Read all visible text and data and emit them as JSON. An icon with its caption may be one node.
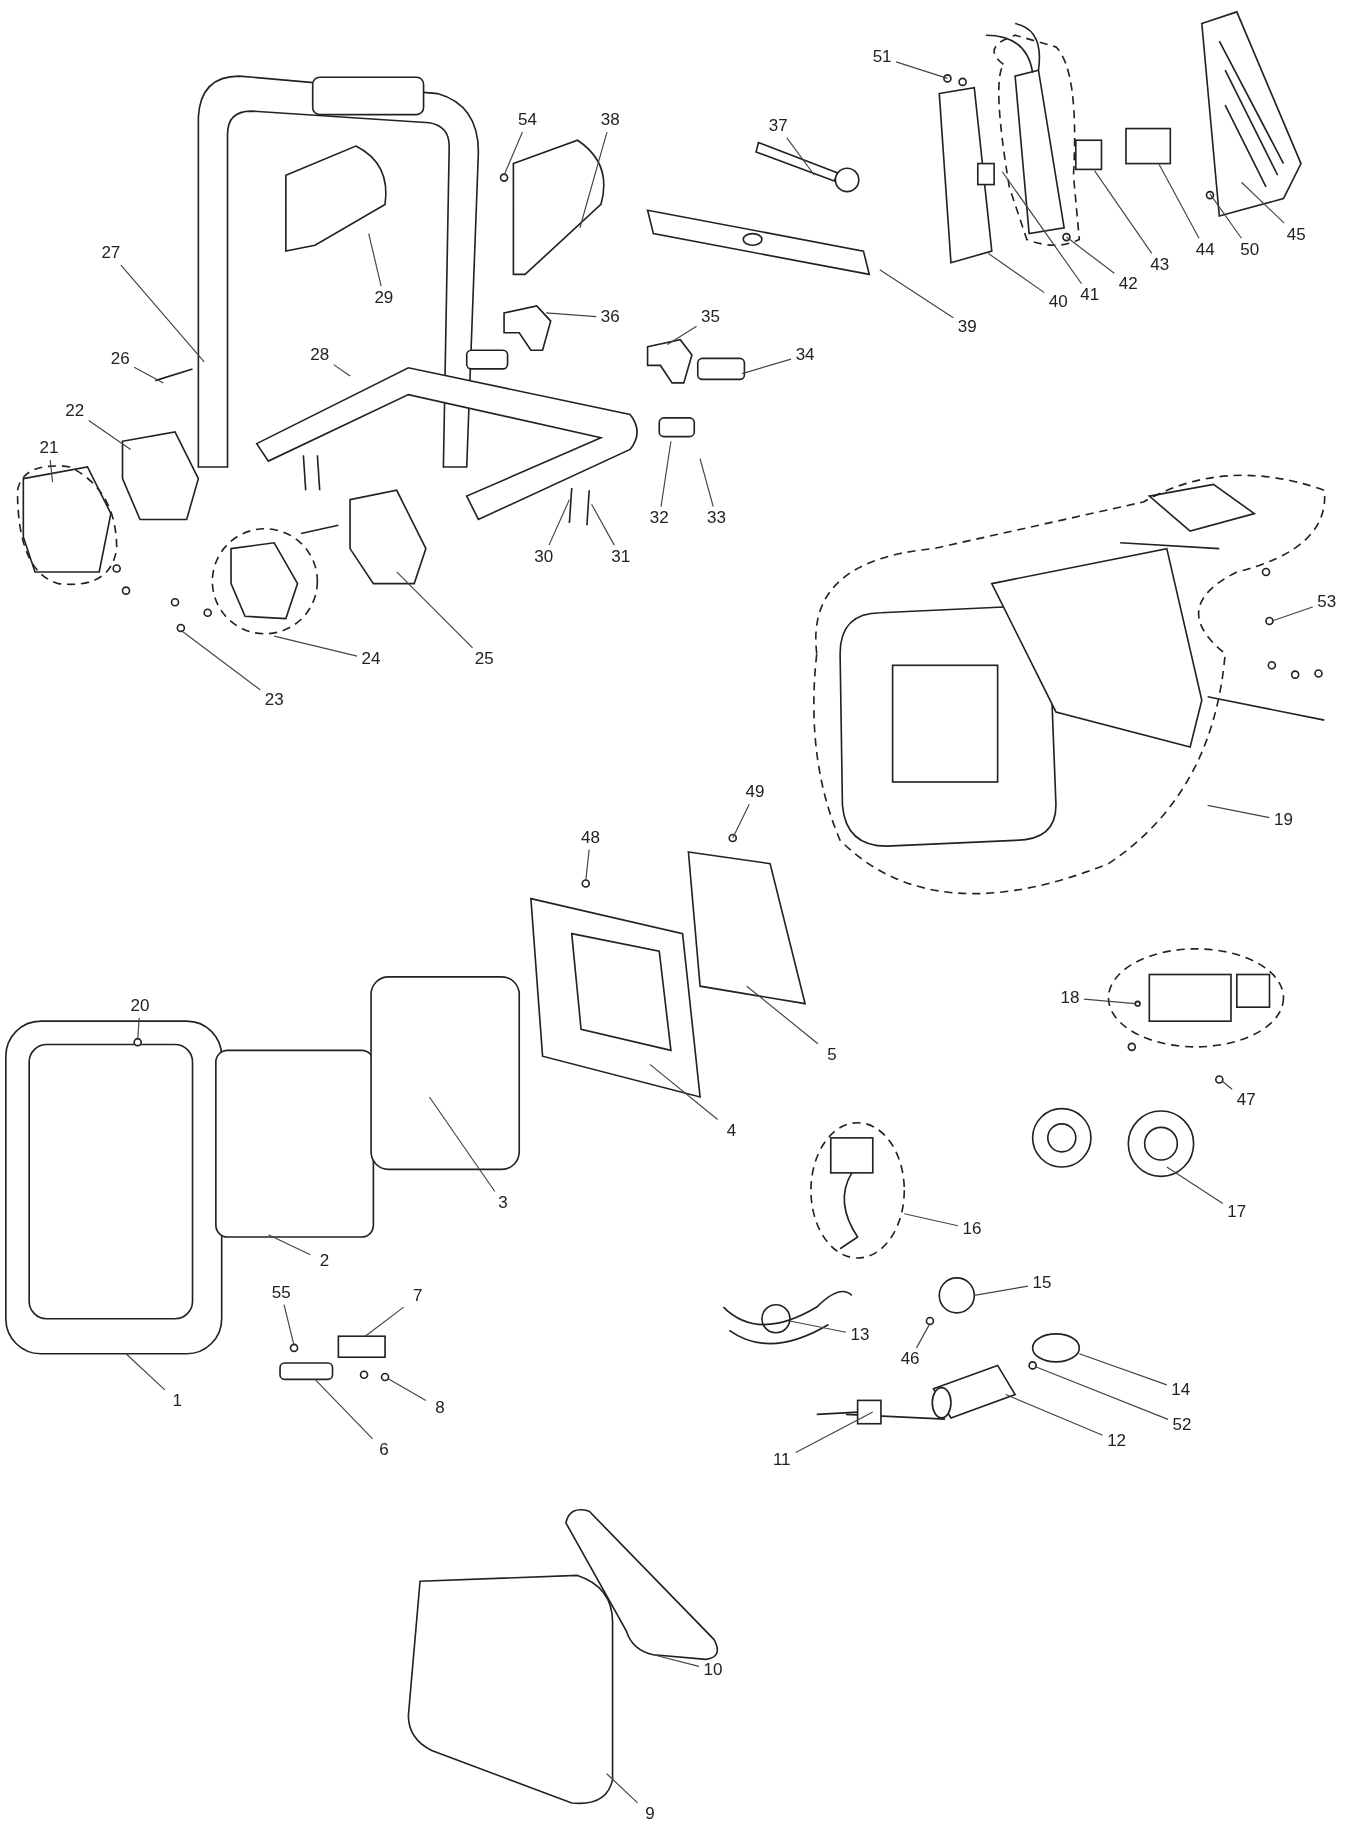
{
  "diagram": {
    "nodes": [
      {
        "text": [
          "51"
        ]
      },
      {
        "text": [
          "54"
        ]
      },
      {
        "text": [
          "38"
        ]
      },
      {
        "text": [
          "37"
        ]
      },
      {
        "text": [
          "45"
        ]
      },
      {
        "text": [
          "43"
        ]
      },
      {
        "text": [
          "44"
        ]
      },
      {
        "text": [
          "50"
        ]
      },
      {
        "text": [
          "27"
        ]
      },
      {
        "text": [
          "42"
        ]
      },
      {
        "text": [
          "41"
        ]
      },
      {
        "text": [
          "29"
        ]
      },
      {
        "text": [
          "40"
        ]
      },
      {
        "text": [
          "36"
        ]
      },
      {
        "text": [
          "35"
        ]
      },
      {
        "text": [
          "39"
        ]
      },
      {
        "text": [
          "34"
        ]
      },
      {
        "text": [
          "28"
        ]
      },
      {
        "text": [
          "26"
        ]
      },
      {
        "text": [
          "22"
        ]
      },
      {
        "text": [
          "21"
        ]
      },
      {
        "text": [
          "32"
        ]
      },
      {
        "text": [
          "33"
        ]
      },
      {
        "text": [
          "30"
        ]
      },
      {
        "text": [
          "31"
        ]
      },
      {
        "text": [
          "53"
        ]
      },
      {
        "text": [
          "25"
        ]
      },
      {
        "text": [
          "24"
        ]
      },
      {
        "text": [
          "23"
        ]
      },
      {
        "text": [
          "49"
        ]
      },
      {
        "text": [
          "19"
        ]
      },
      {
        "text": [
          "48"
        ]
      },
      {
        "text": [
          "18"
        ]
      },
      {
        "text": [
          "20"
        ]
      },
      {
        "text": [
          "5"
        ]
      },
      {
        "text": [
          "47"
        ]
      },
      {
        "text": [
          "4"
        ]
      },
      {
        "text": [
          "3"
        ]
      },
      {
        "text": [
          "17"
        ]
      },
      {
        "text": [
          "16"
        ]
      },
      {
        "text": [
          "2"
        ]
      },
      {
        "text": [
          "15"
        ]
      },
      {
        "text": [
          "55"
        ]
      },
      {
        "text": [
          "7"
        ]
      },
      {
        "text": [
          "13"
        ]
      },
      {
        "text": [
          "46"
        ]
      },
      {
        "text": [
          "14"
        ]
      },
      {
        "text": [
          "1"
        ]
      },
      {
        "text": [
          "8"
        ]
      },
      {
        "text": [
          "52"
        ]
      },
      {
        "text": [
          "12"
        ]
      },
      {
        "text": [
          "6"
        ]
      },
      {
        "text": [
          "11"
        ]
      },
      {
        "text": [
          "10"
        ]
      },
      {
        "text": [
          "9"
        ]
      }
    ],
    "edges": [
      {
        "from": 0,
        "to": null,
        "arrow": "none"
      },
      {
        "from": 1,
        "to": null,
        "arrow": "none"
      },
      {
        "from": 2,
        "to": null,
        "arrow": "none"
      },
      {
        "from": 3,
        "to": null,
        "arrow": "none"
      },
      {
        "from": 4,
        "to": null,
        "arrow": "none"
      },
      {
        "from": 5,
        "to": null,
        "arrow": "none"
      },
      {
        "from": 6,
        "to": null,
        "arrow": "none"
      },
      {
        "from": 7,
        "to": null,
        "arrow": "none"
      },
      {
        "from": 8,
        "to": null,
        "arrow": "none"
      },
      {
        "from": 9,
        "to": null,
        "arrow": "none"
      },
      {
        "from": 10,
        "to": null,
        "arrow": "none"
      },
      {
        "from": 11,
        "to": null,
        "arrow": "none"
      },
      {
        "from": 12,
        "to": null,
        "arrow": "none"
      },
      {
        "from": 13,
        "to": null,
        "arrow": "none"
      },
      {
        "from": 14,
        "to": null,
        "arrow": "none"
      },
      {
        "from": 15,
        "to": null,
        "arrow": "none"
      },
      {
        "from": 16,
        "to": null,
        "arrow": "none"
      },
      {
        "from": 17,
        "to": null,
        "arrow": "none"
      },
      {
        "from": 18,
        "to": null,
        "arrow": "none"
      },
      {
        "from": 19,
        "to": null,
        "arrow": "none"
      },
      {
        "from": 20,
        "to": null,
        "arrow": "none"
      },
      {
        "from": 21,
        "to": null,
        "arrow": "none"
      },
      {
        "from": 22,
        "to": null,
        "arrow": "none"
      },
      {
        "from": 23,
        "to": null,
        "arrow": "none"
      },
      {
        "from": 24,
        "to": null,
        "arrow": "none"
      },
      {
        "from": 25,
        "to": null,
        "arrow": "none"
      },
      {
        "from": 26,
        "to": null,
        "arrow": "none"
      },
      {
        "from": 27,
        "to": null,
        "arrow": "none"
      },
      {
        "from": 28,
        "to": null,
        "arrow": "none"
      },
      {
        "from": 29,
        "to": null,
        "arrow": "none"
      },
      {
        "from": 30,
        "to": null,
        "arrow": "none"
      },
      {
        "from": 31,
        "to": null,
        "arrow": "none"
      },
      {
        "from": 32,
        "to": null,
        "arrow": "none"
      },
      {
        "from": 33,
        "to": null,
        "arrow": "none"
      },
      {
        "from": 34,
        "to": null,
        "arrow": "none"
      },
      {
        "from": 35,
        "to": null,
        "arrow": "none"
      },
      {
        "from": 36,
        "to": null,
        "arrow": "none"
      },
      {
        "from": 37,
        "to": null,
        "arrow": "none"
      },
      {
        "from": 38,
        "to": null,
        "arrow": "none"
      },
      {
        "from": 39,
        "to": null,
        "arrow": "none"
      },
      {
        "from": 40,
        "to": null,
        "arrow": "none"
      },
      {
        "from": 41,
        "to": null,
        "arrow": "none"
      },
      {
        "from": 42,
        "to": null,
        "arrow": "none"
      },
      {
        "from": 43,
        "to": null,
        "arrow": "none"
      },
      {
        "from": 44,
        "to": null,
        "arrow": "none"
      },
      {
        "from": 45,
        "to": null,
        "arrow": "none"
      },
      {
        "from": 46,
        "to": null,
        "arrow": "none"
      },
      {
        "from": 47,
        "to": null,
        "arrow": "none"
      },
      {
        "from": 48,
        "to": null,
        "arrow": "none"
      },
      {
        "from": 49,
        "to": null,
        "arrow": "none"
      },
      {
        "from": 50,
        "to": null,
        "arrow": "none"
      },
      {
        "from": 51,
        "to": null,
        "arrow": "none"
      },
      {
        "from": 52,
        "to": null,
        "arrow": "none"
      },
      {
        "from": 53,
        "to": null,
        "arrow": "none"
      },
      {
        "from": 54,
        "to": null,
        "arrow": "none"
      }
    ]
  }
}
